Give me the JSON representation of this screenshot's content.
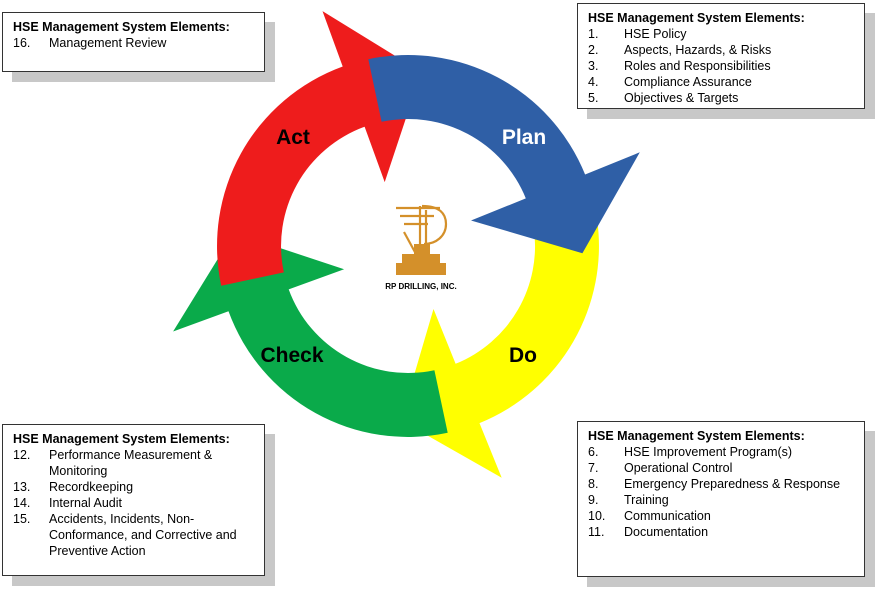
{
  "boxes": {
    "act": {
      "heading": "HSE Management System Elements:",
      "items": [
        {
          "num": "16.",
          "text": "Management Review"
        }
      ]
    },
    "plan": {
      "heading": "HSE Management System Elements:",
      "items": [
        {
          "num": "1.",
          "text": "HSE Policy"
        },
        {
          "num": "2.",
          "text": "Aspects, Hazards, & Risks"
        },
        {
          "num": "3.",
          "text": "Roles and Responsibilities"
        },
        {
          "num": "4.",
          "text": "Compliance Assurance"
        },
        {
          "num": "5.",
          "text": "Objectives & Targets"
        }
      ]
    },
    "check": {
      "heading": "HSE Management System Elements:",
      "items": [
        {
          "num": "12.",
          "text": "Performance Measurement & Monitoring"
        },
        {
          "num": "13.",
          "text": "Recordkeeping"
        },
        {
          "num": "14.",
          "text": "Internal Audit"
        },
        {
          "num": "15.",
          "text": "Accidents, Incidents, Non-Conformance, and Corrective and Preventive Action"
        }
      ]
    },
    "do": {
      "heading": "HSE Management System Elements:",
      "items": [
        {
          "num": "6.",
          "text": "HSE Improvement Program(s)"
        },
        {
          "num": "7.",
          "text": "Operational Control"
        },
        {
          "num": "8.",
          "text": "Emergency Preparedness & Response"
        },
        {
          "num": "9.",
          "text": "Training"
        },
        {
          "num": "10.",
          "text": "Communication"
        },
        {
          "num": "11.",
          "text": "Documentation"
        }
      ]
    }
  },
  "cycle": {
    "act": {
      "label": "Act",
      "color": "#ee1c1c",
      "label_color": "#000000"
    },
    "plan": {
      "label": "Plan",
      "color": "#2f5fa6",
      "label_color": "#ffffff"
    },
    "do": {
      "label": "Do",
      "color": "#ffff00",
      "label_color": "#000000"
    },
    "check": {
      "label": "Check",
      "color": "#0aaa4a",
      "label_color": "#000000"
    }
  },
  "logo": {
    "name": "RP DRILLING, INC.",
    "icon": "drilling-rig-logo-icon",
    "color": "#d4902a"
  }
}
